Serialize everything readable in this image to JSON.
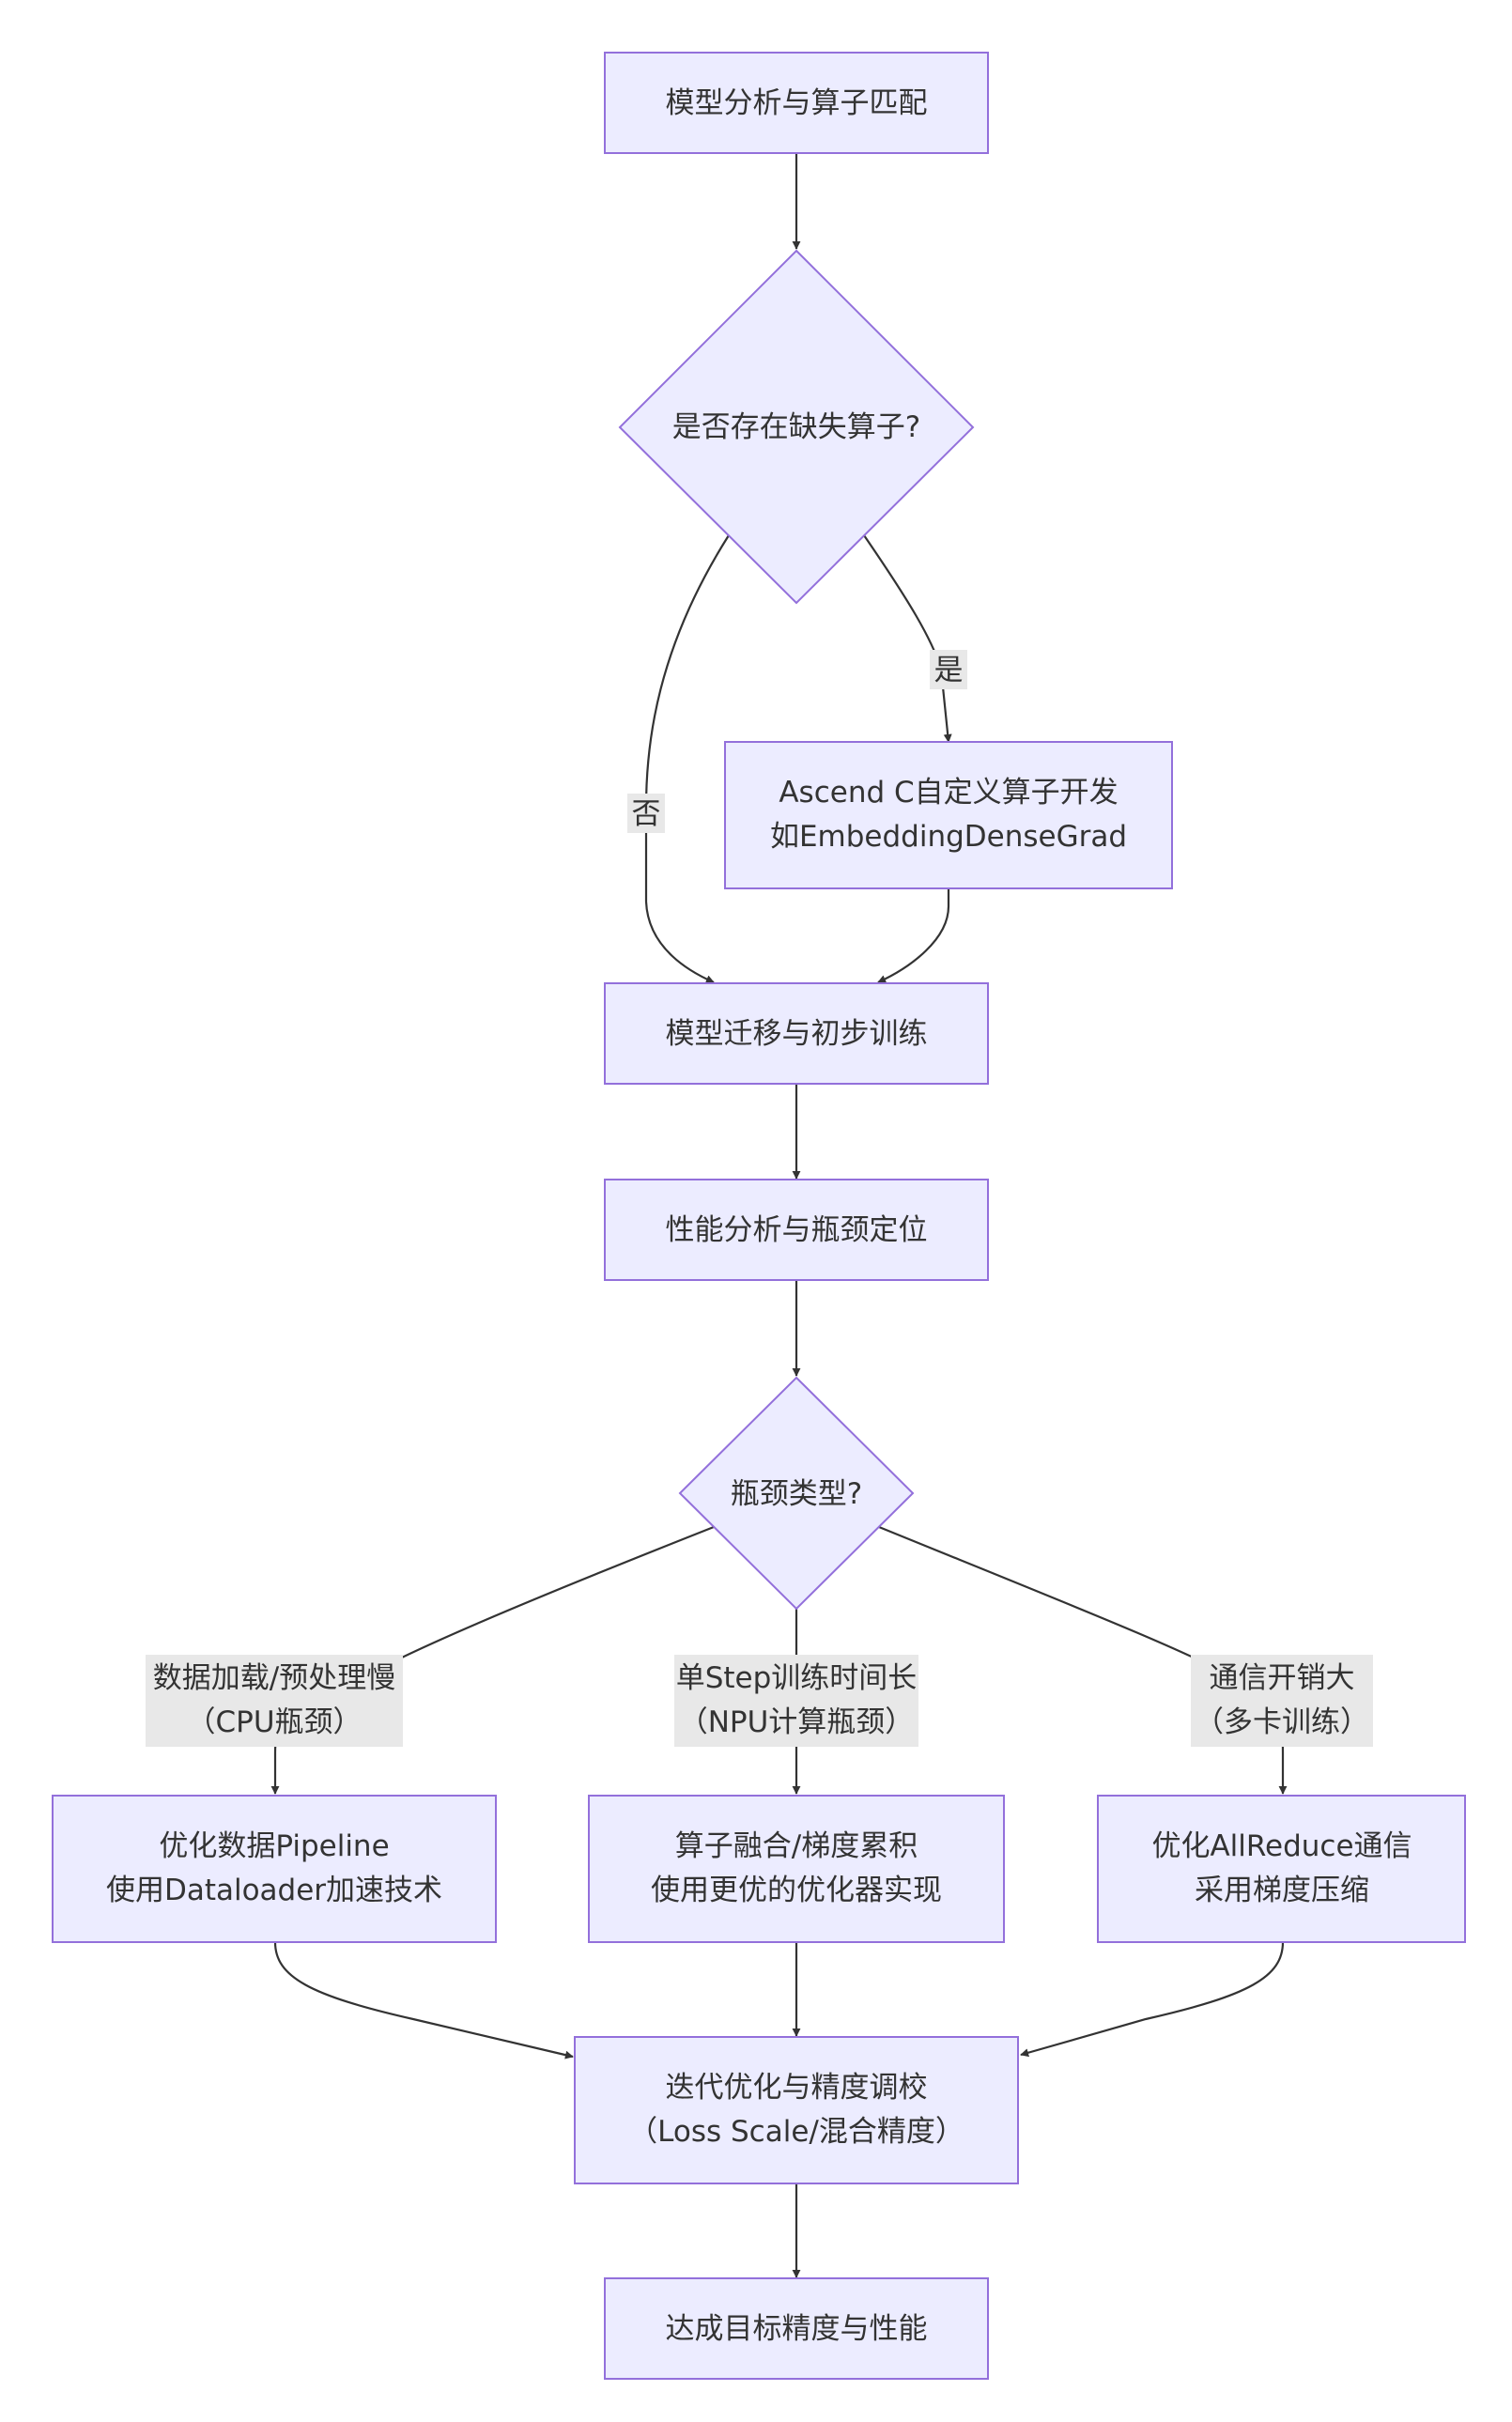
{
  "nodes": {
    "model_analysis": "模型分析与算子匹配",
    "missing_op_q": "是否存在缺失算子?",
    "ascend_c": [
      "Ascend C自定义算子开发",
      "如EmbeddingDenseGrad"
    ],
    "migration": "模型迁移与初步训练",
    "perf_analysis": "性能分析与瓶颈定位",
    "bottleneck_q": "瓶颈类型?",
    "opt_pipeline": [
      "优化数据Pipeline",
      "使用Dataloader加速技术"
    ],
    "op_fusion": [
      "算子融合/梯度累积",
      "使用更优的优化器实现"
    ],
    "opt_allreduce": [
      "优化AllReduce通信",
      "采用梯度压缩"
    ],
    "iterate": [
      "迭代优化与精度调校",
      "（Loss Scale/混合精度）"
    ],
    "target": "达成目标精度与性能"
  },
  "edge_labels": {
    "yes": "是",
    "no": "否",
    "data_loading": [
      "数据加载/预处理慢",
      "（CPU瓶颈）"
    ],
    "step_long": [
      "单Step训练时间长",
      "（NPU计算瓶颈）"
    ],
    "comm_heavy": [
      "通信开销大",
      "（多卡训练）"
    ]
  },
  "colors": {
    "node_fill": "#ECECFF",
    "node_stroke": "#9370DB",
    "edge": "#333333",
    "label_bg": "#E8E8E8",
    "text": "#333333"
  }
}
